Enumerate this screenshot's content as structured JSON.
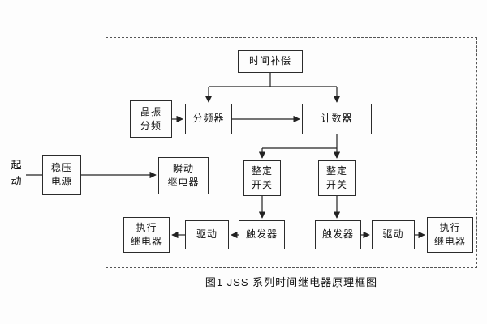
{
  "caption": "图1  JSS  系列时间继电器原理框图",
  "external": {
    "start_label": "起\n动",
    "stabilizer": "稳压\n电源"
  },
  "blocks": {
    "time_compensation": "时间补偿",
    "crystal_divider": "晶振\n分频",
    "frequency_divider": "分频器",
    "counter": "计数器",
    "instant_relay": "瞬动\n继电器",
    "setting_switch_left": "整定\n开关",
    "setting_switch_right": "整定\n开关",
    "trigger_left": "触发器",
    "trigger_right": "触发器",
    "drive_left": "驱动",
    "drive_right": "驱动",
    "exec_relay_left": "执行\n继电器",
    "exec_relay_right": "执行\n继电器"
  },
  "colors": {
    "line": "#222222",
    "background": "#fdfdfd"
  }
}
